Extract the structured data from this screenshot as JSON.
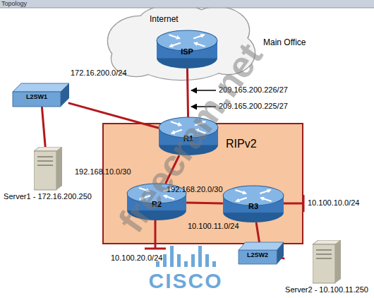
{
  "diagram": {
    "title": "Topology",
    "nodes": [
      {
        "text": [
          "Internet"
        ]
      },
      {
        "text": [
          "ISP"
        ],
        "in": 0
      },
      {
        "text": [
          "L2SW1"
        ]
      },
      {
        "text": [
          "RIPv2"
        ]
      },
      {
        "text": [
          "R1"
        ],
        "in": 3
      },
      {
        "text": [
          "R2"
        ],
        "in": 3
      },
      {
        "text": [
          "R3"
        ],
        "in": 3
      },
      {
        "text": [
          "Server1 - 172.16.200.250"
        ]
      },
      {
        "text": [
          "L2SW2"
        ]
      },
      {
        "text": [
          "Server2 - 10.100.11.250"
        ]
      }
    ],
    "edges": [
      {
        "from": 1,
        "to": 4,
        "arrow": "none"
      },
      {
        "from": 4,
        "to": 2,
        "label": "172.16.200.0/24",
        "arrow": "none"
      },
      {
        "from": 2,
        "to": 7,
        "arrow": "none"
      },
      {
        "from": 4,
        "to": 5,
        "label": "192.168.10.0/30",
        "arrow": "none"
      },
      {
        "from": 5,
        "to": 6,
        "label": "192.168.20.0/30",
        "arrow": "none"
      },
      {
        "from": 6,
        "to": 8,
        "label": "10.100.11.0/24",
        "arrow": "none"
      },
      {
        "from": 8,
        "to": 9,
        "arrow": "none"
      }
    ],
    "labels": [
      "Main Office",
      "209.165.200.226/27",
      "209.165.200.225/27",
      "10.100.10.0/24",
      "10.100.20.0/24",
      "freecram.net",
      "CISCO"
    ]
  }
}
